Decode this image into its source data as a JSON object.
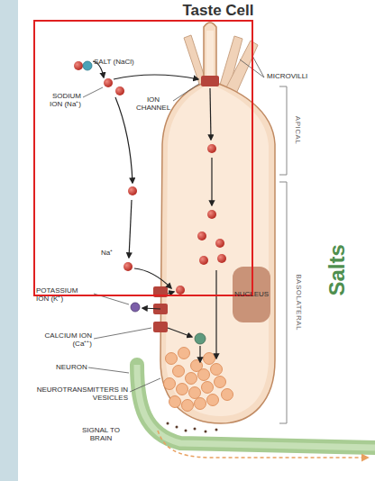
{
  "diagram": {
    "title": "Taste Cell",
    "labels": [
      "SALT (NaCl)",
      "SODIUM ION (Na⁺)",
      "ION CHANNEL",
      "MICROVILLI",
      "APICAL",
      "Na⁺",
      "POTASSIUM ION (K⁺)",
      "NUCLEUS",
      "BASOLATERAL",
      "CALCIUM ION (Ca⁺⁺)",
      "NEURON",
      "NEUROTRANSMITTERS IN VESICLES",
      "SIGNAL TO BRAIN",
      "Salts"
    ]
  }
}
